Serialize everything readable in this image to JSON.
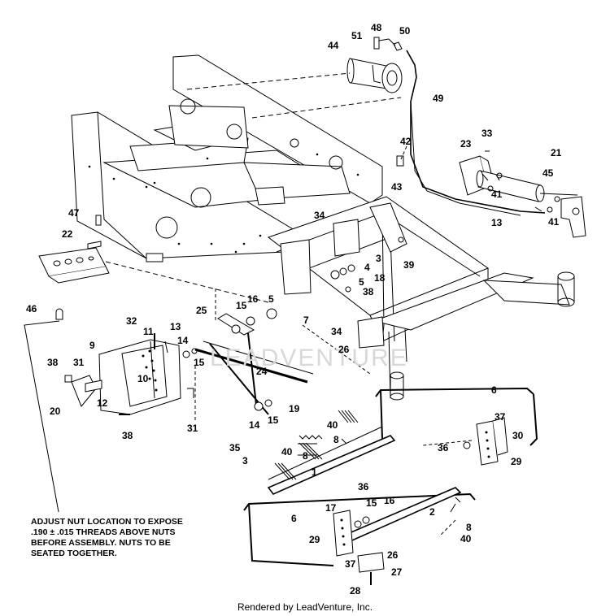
{
  "diagram": {
    "callouts": [
      {
        "key": "c48",
        "label": "48"
      },
      {
        "key": "c50",
        "label": "50"
      },
      {
        "key": "c51",
        "label": "51"
      },
      {
        "key": "c44",
        "label": "44"
      },
      {
        "key": "c49",
        "label": "49"
      },
      {
        "key": "c42",
        "label": "42"
      },
      {
        "key": "c43",
        "label": "43"
      },
      {
        "key": "c23",
        "label": "23"
      },
      {
        "key": "c33",
        "label": "33"
      },
      {
        "key": "c21",
        "label": "21"
      },
      {
        "key": "c45",
        "label": "45"
      },
      {
        "key": "c41a",
        "label": "41"
      },
      {
        "key": "c13a",
        "label": "13"
      },
      {
        "key": "c41b",
        "label": "41"
      },
      {
        "key": "c47",
        "label": "47"
      },
      {
        "key": "c34a",
        "label": "34"
      },
      {
        "key": "c22",
        "label": "22"
      },
      {
        "key": "c3a",
        "label": "3"
      },
      {
        "key": "c39",
        "label": "39"
      },
      {
        "key": "c4",
        "label": "4"
      },
      {
        "key": "c18",
        "label": "18"
      },
      {
        "key": "c5a",
        "label": "5"
      },
      {
        "key": "c38a",
        "label": "38"
      },
      {
        "key": "c46",
        "label": "46"
      },
      {
        "key": "c25",
        "label": "25"
      },
      {
        "key": "c16a",
        "label": "16"
      },
      {
        "key": "c15a",
        "label": "15"
      },
      {
        "key": "c5b",
        "label": "5"
      },
      {
        "key": "c7",
        "label": "7"
      },
      {
        "key": "c32",
        "label": "32"
      },
      {
        "key": "c11",
        "label": "11"
      },
      {
        "key": "c13b",
        "label": "13"
      },
      {
        "key": "c14a",
        "label": "14"
      },
      {
        "key": "c15b",
        "label": "15"
      },
      {
        "key": "c34b",
        "label": "34"
      },
      {
        "key": "c26a",
        "label": "26"
      },
      {
        "key": "c9",
        "label": "9"
      },
      {
        "key": "c38b",
        "label": "38"
      },
      {
        "key": "c31a",
        "label": "31"
      },
      {
        "key": "c10",
        "label": "10"
      },
      {
        "key": "c24",
        "label": "24"
      },
      {
        "key": "c12",
        "label": "12"
      },
      {
        "key": "c20",
        "label": "20"
      },
      {
        "key": "c6a",
        "label": "6"
      },
      {
        "key": "c19",
        "label": "19"
      },
      {
        "key": "c14b",
        "label": "14"
      },
      {
        "key": "c15c",
        "label": "15"
      },
      {
        "key": "c40a",
        "label": "40"
      },
      {
        "key": "c38c",
        "label": "38"
      },
      {
        "key": "c31b",
        "label": "31"
      },
      {
        "key": "c8a",
        "label": "8"
      },
      {
        "key": "c37a",
        "label": "37"
      },
      {
        "key": "c30",
        "label": "30"
      },
      {
        "key": "c35",
        "label": "35"
      },
      {
        "key": "c40b",
        "label": "40"
      },
      {
        "key": "c8b",
        "label": "8"
      },
      {
        "key": "c36a",
        "label": "36"
      },
      {
        "key": "c3b",
        "label": "3"
      },
      {
        "key": "c1",
        "label": "1"
      },
      {
        "key": "c29a",
        "label": "29"
      },
      {
        "key": "c36b",
        "label": "36"
      },
      {
        "key": "c16b",
        "label": "16"
      },
      {
        "key": "c17",
        "label": "17"
      },
      {
        "key": "c15d",
        "label": "15"
      },
      {
        "key": "c2",
        "label": "2"
      },
      {
        "key": "c6b",
        "label": "6"
      },
      {
        "key": "c8c",
        "label": "8"
      },
      {
        "key": "c40c",
        "label": "40"
      },
      {
        "key": "c29b",
        "label": "29"
      },
      {
        "key": "c26b",
        "label": "26"
      },
      {
        "key": "c37b",
        "label": "37"
      },
      {
        "key": "c27",
        "label": "27"
      },
      {
        "key": "c28",
        "label": "28"
      }
    ],
    "note": [
      "ADJUST NUT LOCATION TO EXPOSE",
      ".190 ± .015 THREADS ABOVE NUTS",
      "BEFORE ASSEMBLY. NUTS TO BE",
      "SEATED TOGETHER."
    ],
    "watermark": "LEADVENTURE",
    "footer": "Rendered by LeadVenture, Inc."
  }
}
